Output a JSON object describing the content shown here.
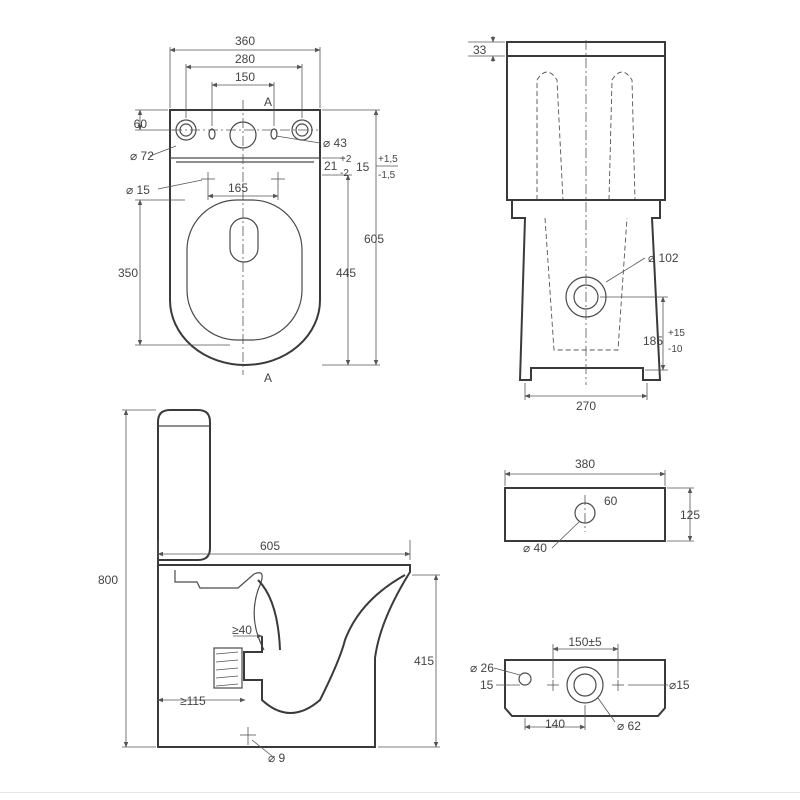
{
  "top_view": {
    "width_total": "360",
    "width_280": "280",
    "width_150": "150",
    "section_mark_top": "A",
    "section_mark_bottom": "A",
    "hole_offset": "60",
    "d72": "⌀ 72",
    "d43": "⌀ 43",
    "d15": "⌀ 15",
    "dim_165": "165",
    "dim_21": "21",
    "tol_21_plus": "+2",
    "tol_21_minus": "-2",
    "dim_15": "15",
    "tol_15_plus": "+1,5",
    "tol_15_minus": "-1,5",
    "dim_350": "350",
    "dim_445": "445",
    "dim_605": "605"
  },
  "front_view": {
    "dim_33": "33",
    "d102": "⌀ 102",
    "dim_185": "185",
    "tol_185_plus": "+15",
    "tol_185_minus": "-10",
    "dim_270": "270"
  },
  "side_view": {
    "dim_800": "800",
    "dim_605": "605",
    "dim_415": "415",
    "dim_ge40": "≥40",
    "dim_ge115": "≥115",
    "d9": "⌀ 9"
  },
  "tank_top_view": {
    "dim_380": "380",
    "dim_60": "60",
    "dim_125": "125",
    "d40": "⌀ 40"
  },
  "tank_bottom_view": {
    "dim_150": "150±5",
    "d26": "⌀ 26",
    "dim_15_left": "15",
    "dim_15_right": "⌀15",
    "dim_140": "140",
    "d62": "⌀ 62"
  }
}
